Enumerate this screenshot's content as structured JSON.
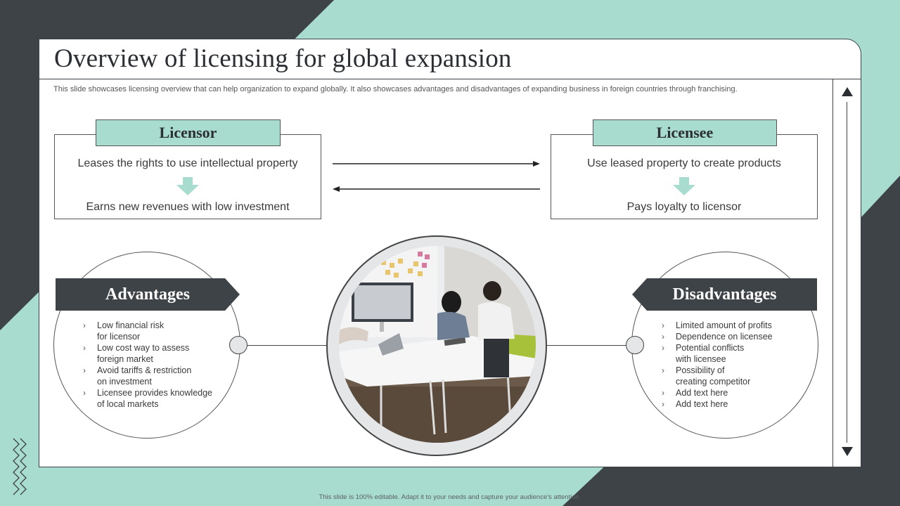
{
  "slide": {
    "title": "Overview of licensing for global expansion",
    "subtitle": "This slide showcases licensing overview that can help organization to expand globally. It also showcases advantages and disadvantages of expanding business in foreign countries through franchising.",
    "footer": "This slide is 100% editable. Adapt it to your needs and capture your audience's attention."
  },
  "licensor": {
    "heading": "Licensor",
    "line1": "Leases the rights to use intellectual  property",
    "line2": "Earns new revenues with low investment"
  },
  "licensee": {
    "heading": "Licensee",
    "line1": "Use leased property to create products",
    "line2": "Pays loyalty  to licensor"
  },
  "advantages": {
    "heading": "Advantages",
    "items": [
      [
        "Low financial risk",
        "for licensor"
      ],
      [
        "Low cost way to assess",
        "foreign  market"
      ],
      [
        "Avoid tariffs & restriction",
        "on investment"
      ],
      [
        "Licensee provides knowledge",
        "of local markets"
      ]
    ]
  },
  "disadvantages": {
    "heading": "Disadvantages",
    "items": [
      [
        "Limited amount of profits"
      ],
      [
        "Dependence  on licensee"
      ],
      [
        "Potential conflicts",
        "with licensee"
      ],
      [
        "Possibility of",
        "creating competitor"
      ],
      [
        "Add text here"
      ],
      [
        "Add text here"
      ]
    ]
  },
  "icons": {
    "bullet": "chevron-right-icon",
    "scroll_up": "triangle-up-icon",
    "scroll_down": "triangle-down-icon"
  },
  "colors": {
    "accent_mint": "#a8dccf",
    "dark_slate": "#3d4347",
    "background": "#ffffff"
  }
}
